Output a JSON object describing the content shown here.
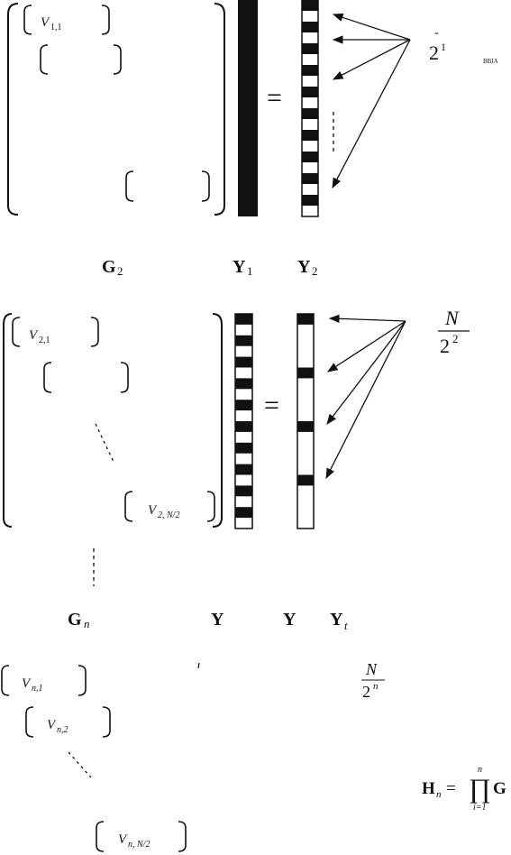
{
  "colors": {
    "ink": "#111111",
    "background": "#ffffff"
  },
  "panel1": {
    "block_label": "V",
    "block_label_sub": "1,1",
    "eq": "=",
    "frac_numer": "-",
    "frac_denom": "2",
    "frac_denom_exp": "1",
    "clipped_text": "BBIA",
    "caption_g": "G",
    "caption_g_sub": "2",
    "caption_y1": "Y",
    "caption_y1_sub": "1",
    "caption_y2": "Y",
    "caption_y2_sub": "2"
  },
  "panel2": {
    "block_label": "V",
    "block_label_sub": "2,1",
    "block_label_last": "V",
    "block_label_last_sub": "2, N/2",
    "eq": "=",
    "frac_numer": "N",
    "frac_denom": "2",
    "frac_denom_exp": "2"
  },
  "panel3": {
    "caption_g": "G",
    "caption_g_sub": "n",
    "caption_ya": "Y",
    "caption_yb": "Y",
    "caption_yc": "Y",
    "caption_yc_sub": "t",
    "block_label": "V",
    "block_label_sub": "n,1",
    "block_label_2": "V",
    "block_label_2_sub": "n,2",
    "block_label_last": "V",
    "block_label_last_sub": "n, N/2",
    "frac_numer": "N",
    "frac_denom": "2",
    "frac_denom_exp": "n",
    "product_lhs": "H",
    "product_lhs_sub": "n",
    "product_eq": "=",
    "product_symbol": "∏",
    "product_upper": "n",
    "product_lower": "i=1",
    "product_rhs": "G"
  }
}
